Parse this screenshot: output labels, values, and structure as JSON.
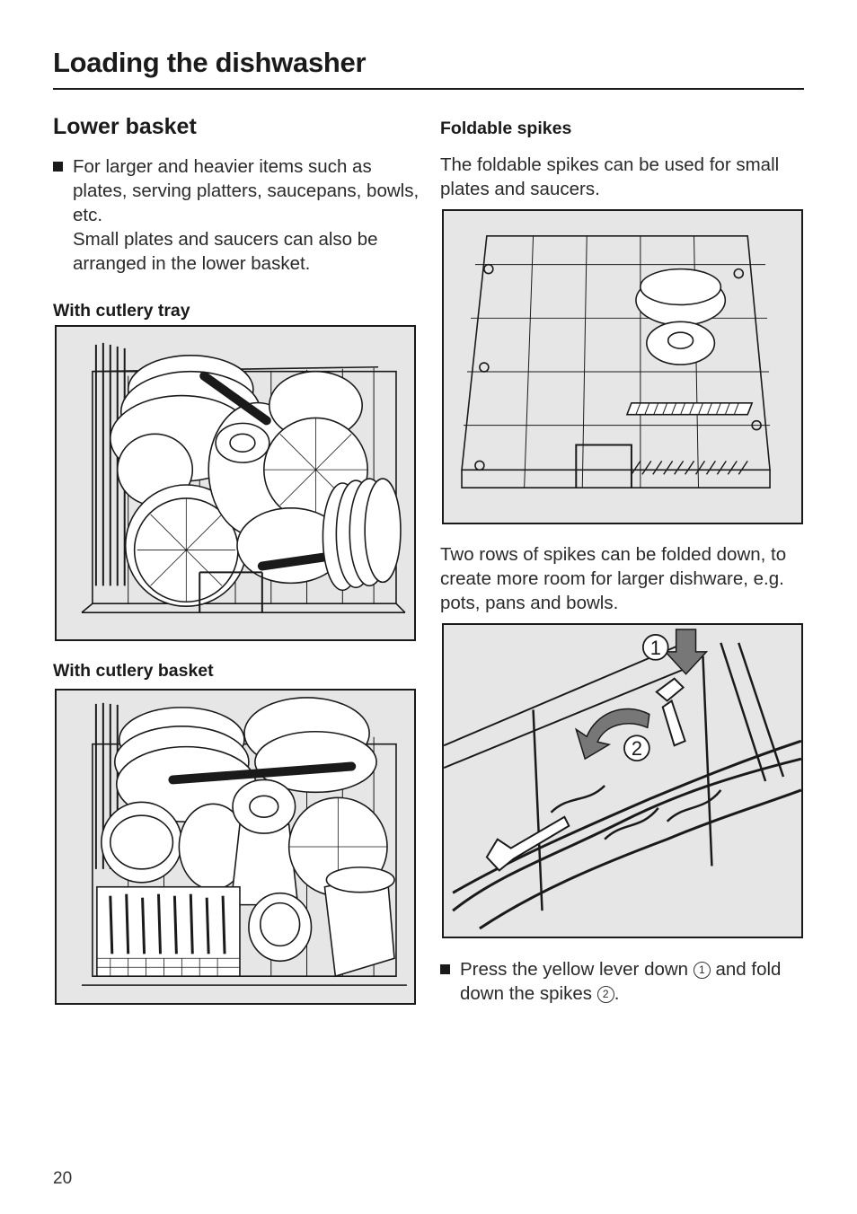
{
  "page": {
    "title": "Loading the dishwasher",
    "number": "20"
  },
  "left": {
    "heading": "Lower basket",
    "bullet_line1": "For larger and heavier items such as plates, serving platters, saucepans, bowls, etc.",
    "bullet_line2": "Small plates and saucers can also be arranged in the lower basket.",
    "tray_heading": "With cutlery tray",
    "basket_heading": "With cutlery basket"
  },
  "right": {
    "heading": "Foldable spikes",
    "intro": "The foldable spikes can be used for small plates and saucers.",
    "rows_text": "Two rows of spikes can be folded down, to create more room for larger dishware, e.g. pots, pans and bowls.",
    "step_before": "Press the yellow lever down",
    "step_marker1": "1",
    "step_middle": "and fold down the spikes",
    "step_marker2": "2",
    "step_after": ".",
    "callout1": "1",
    "callout2": "2"
  },
  "colors": {
    "figure_bg": "#e6e6e6",
    "line": "#1a1a1a",
    "arrow_gray": "#777777"
  },
  "icons": {
    "bullet": "square-bullet-icon"
  }
}
